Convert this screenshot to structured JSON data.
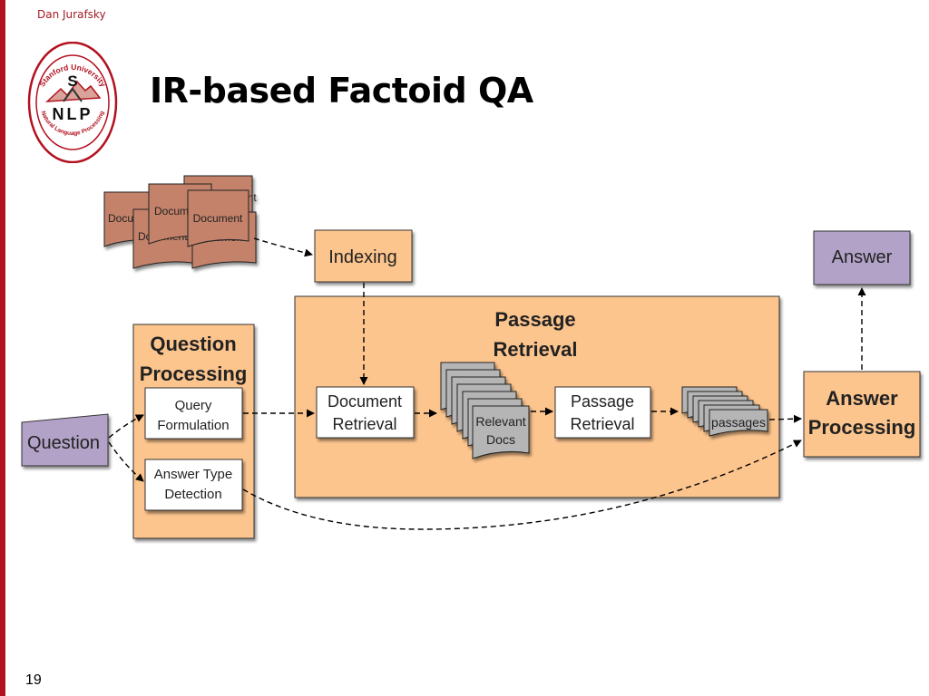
{
  "slide": {
    "author": "Dan Jurafsky",
    "title": "IR-based Factoid QA",
    "page_number": "19"
  },
  "logo": {
    "icon": "stanford-nlp-logo",
    "top_text": "Stanford University",
    "bottom_text": "Natural Language Processing",
    "letters": [
      "S",
      "N",
      "L",
      "P"
    ]
  },
  "colors": {
    "accent_red": "#b2111f",
    "orange_fill": "#fdc58e",
    "purple_fill": "#b3a2c8",
    "doc_brown": "#c4826a",
    "doc_gray": "#b5b5b5"
  },
  "diagram": {
    "documents": {
      "front": "Document",
      "back_1": "Document",
      "back_2": "Document",
      "back_3": "Document",
      "back_4": "Document"
    },
    "indexing": "Indexing",
    "answer": "Answer",
    "passage_retrieval_group": [
      "Passage",
      "Retrieval"
    ],
    "question_processing_group": [
      "Question",
      "Processing"
    ],
    "query_formulation": [
      "Query",
      "Formulation"
    ],
    "answer_type_detection": [
      "Answer Type",
      "Detection"
    ],
    "question": "Question",
    "document_retrieval": [
      "Document",
      "Retrieval"
    ],
    "relevant_docs": [
      "Relevant",
      "Docs"
    ],
    "passage_retrieval": [
      "Passage",
      "Retrieval"
    ],
    "passages": "passages",
    "answer_processing": [
      "Answer",
      "Processing"
    ]
  }
}
